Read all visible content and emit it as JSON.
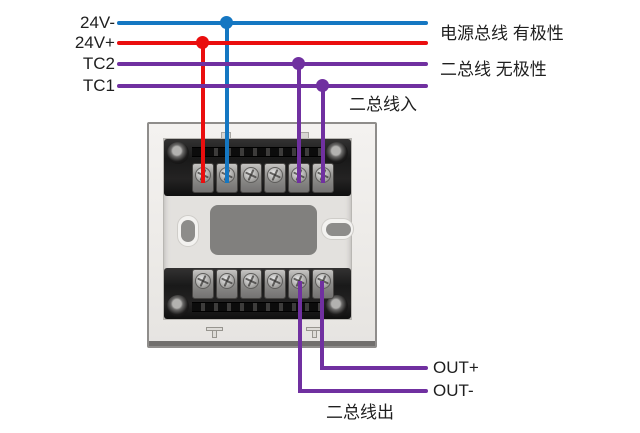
{
  "wiring": {
    "left_terminals": [
      {
        "label": "24V-",
        "wire": "blue"
      },
      {
        "label": "24V+",
        "wire": "red"
      },
      {
        "label": "TC2",
        "wire": "purple"
      },
      {
        "label": "TC1",
        "wire": "purple"
      }
    ],
    "right_notes": [
      {
        "text": "电源总线 有极性"
      },
      {
        "text": "二总线 无极性"
      }
    ],
    "bus_in_label": "二总线入",
    "bus_out_label": "二总线出",
    "outputs": [
      {
        "label": "OUT+"
      },
      {
        "label": "OUT-"
      }
    ]
  },
  "device": {
    "top_terminal_count": 6,
    "bottom_terminal_count": 6
  },
  "colors": {
    "power_negative_blue": "#1577c2",
    "power_positive_red": "#ea0e0e",
    "signal_purple": "#7030a0",
    "label_text": "#1f1f1f"
  }
}
